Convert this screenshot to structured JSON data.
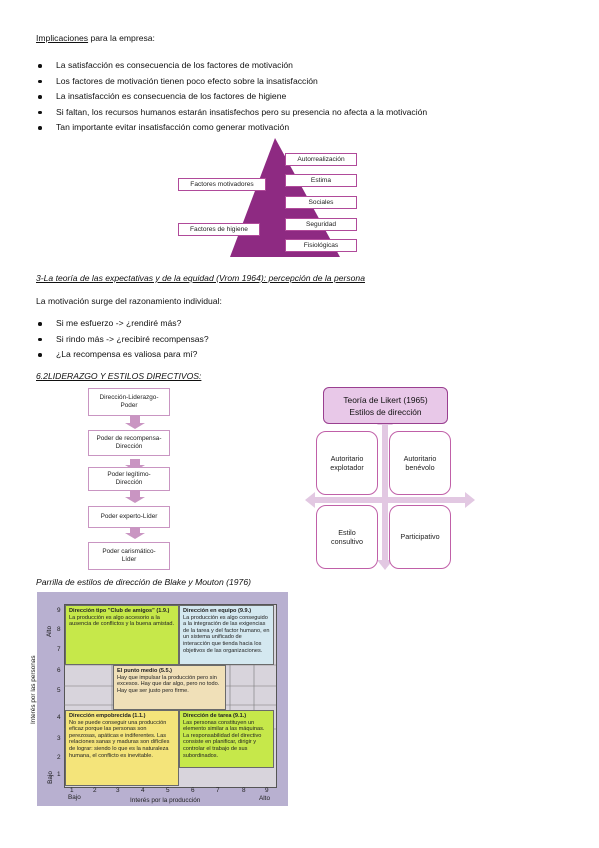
{
  "heading": {
    "underlined": "Implicaciones",
    "rest": " para la empresa:"
  },
  "implicaciones": [
    "La satisfacción es consecuencia de los factores de motivación",
    "Los factores de motivación tienen poco efecto sobre la insatisfacción",
    "La insatisfacción es consecuencia de los factores de higiene",
    "Si faltan, los recursos humanos estarán insatisfechos pero su presencia no afecta a la motivación",
    "Tan importante evitar insatisfacción como generar motivación"
  ],
  "pyramid": {
    "levels": [
      "Autorrealización",
      "Estima",
      "Sociales",
      "Seguridad",
      "Fisiológicas"
    ],
    "left_labels": [
      "Factores motivadores",
      "Factores de higiene"
    ],
    "color": "#8e2a82"
  },
  "vroom": {
    "title": "3-La teoría de las expectativas y de la equidad (Vrom 1964): percepción de la persona",
    "intro": "La motivación surge del razonamiento individual:",
    "bullets": [
      "Si me esfuerzo -> ¿rendiré más?",
      "Si rindo más -> ¿recibiré recompensas?",
      "¿La recompensa es valiosa para mí?"
    ]
  },
  "liderazgo": {
    "title": "6.2LIDERAZGO Y ESTILOS DIRECTIVOS:",
    "flow": [
      [
        "Dirección-Liderazgo-",
        "Poder"
      ],
      [
        "Poder de recompensa-",
        "Dirección"
      ],
      [
        "Poder legítimo-",
        "Dirección"
      ],
      [
        "Poder experto-Líder"
      ],
      [
        "Poder carismático-",
        "Líder"
      ]
    ]
  },
  "likert": {
    "title_line1": "Teoría de Likert (1965)",
    "title_line2": "Estilos de dirección",
    "quadrants": [
      [
        "Autoritario",
        "explotador"
      ],
      [
        "Autoritario",
        "benévolo"
      ],
      [
        "Estilo",
        "consultivo"
      ],
      [
        "Participativo"
      ]
    ],
    "accent": "#e8c8e8"
  },
  "blake": {
    "caption": "Parrilla de estilos de dirección de Blake y Mouton (1976)",
    "y_axis_label": "Interés por las personas",
    "x_axis_label": "Interés por la producción",
    "alto_y": "Alto",
    "bajo_y": "Bajo",
    "bajo_x": "Bajo",
    "alto_x": "Alto",
    "y_ticks": [
      "9",
      "8",
      "7",
      "6",
      "5",
      "4",
      "3",
      "2",
      "1"
    ],
    "x_ticks": [
      "1",
      "2",
      "3",
      "4",
      "5",
      "6",
      "7",
      "8",
      "9"
    ],
    "cells": {
      "club": {
        "title": "Dirección tipo \"Club de amigos\" (1.9.)",
        "text": "La producción es algo accesorio a la ausencia de conflictos y la buena amistad."
      },
      "equipo": {
        "title": "Dirección en equipo (9.9.)",
        "text": "La producción es algo conseguido a la integración de las exigencias de la tarea y del factor humano, en un sistema unificado de interacción que tienda hacia los objetivos de las organizaciones."
      },
      "medio": {
        "title": "El punto medio (5.5.)",
        "text": "Hay que impulsar la producción pero sin excesos. Hay que dar algo, pero no todo. Hay que ser justo pero firme."
      },
      "empobrecida": {
        "title": "Dirección empobrecida (1.1.)",
        "text": "No se puede conseguir una producción eficaz porque las personas son perezosas, apáticas e indiferentes. Las relaciones sanas y maduras son difíciles de lograr: siendo lo que es la naturaleza humana, el conflicto es inevitable."
      },
      "tarea": {
        "title": "Dirección de tarea (9.1.)",
        "text": "Las personas constituyen un elemento similar a las máquinas. La responsabilidad del directivo consiste en planificar, dirigir y controlar el trabajo de sus subordinados."
      }
    },
    "colors": {
      "club": "#c6e84a",
      "equipo": "#d4e8f0",
      "medio": "#f0e0b8",
      "empobrecida": "#f4e47a",
      "tarea": "#c6e84a",
      "frame": "#b8b0d0"
    }
  }
}
